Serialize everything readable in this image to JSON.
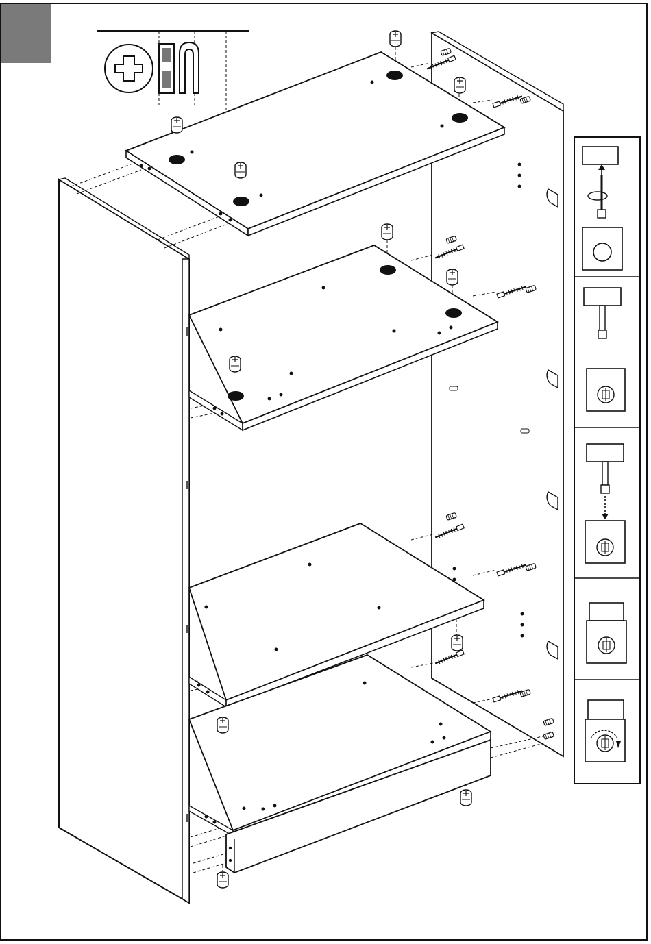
{
  "page": {
    "step_number": "",
    "step_marker_color": "#7a7a7a",
    "line_color": "#111111",
    "panel_fill": "#ffffff"
  },
  "tool_callout": {
    "icon": "phillips-screwdriver-icon",
    "hardware_icon": "cam-lock-pair-icon"
  },
  "instruction_panel": {
    "steps": [
      {
        "icon": "cam-dowel-screw-in-icon",
        "label": ""
      },
      {
        "icon": "cam-dowel-inserted-icon",
        "label": ""
      },
      {
        "icon": "cam-lock-insert-icon",
        "label": ""
      },
      {
        "icon": "cam-lock-seated-icon",
        "label": ""
      },
      {
        "icon": "cam-lock-tighten-icon",
        "label": ""
      }
    ]
  },
  "assembly": {
    "parts": [
      "left-side-panel",
      "right-side-panel",
      "top-panel",
      "upper-shelf",
      "lower-shelf",
      "bottom-panel",
      "plinth-panel",
      "cam-dowel-screws",
      "cam-locks",
      "wooden-dowels"
    ]
  }
}
